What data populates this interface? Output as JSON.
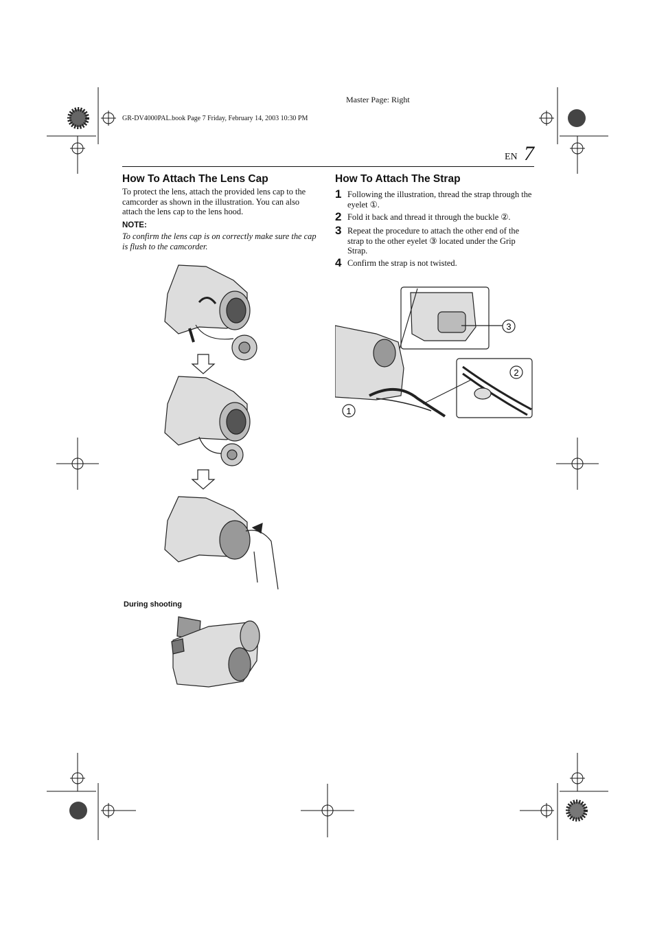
{
  "header": {
    "master_page": "Master Page: Right",
    "book_line": "GR-DV4000PAL.book  Page 7  Friday, February 14, 2003  10:30 PM",
    "lang": "EN",
    "page_number": "7"
  },
  "lens_cap": {
    "title": "How To Attach The Lens Cap",
    "body": "To protect the lens, attach the provided lens cap to the camcorder as shown in the illustration. You can also attach the lens cap to the lens hood.",
    "note_label": "NOTE:",
    "note_text": "To confirm the lens cap is on correctly make sure the cap is flush to the camcorder.",
    "caption": "During shooting"
  },
  "strap": {
    "title": "How To Attach The Strap",
    "steps": [
      {
        "num": "1",
        "text": "Following the illustration, thread the strap through the eyelet ①."
      },
      {
        "num": "2",
        "text": "Fold it back and thread it through the buckle ②."
      },
      {
        "num": "3",
        "text": "Repeat the procedure to attach the other end of the strap to the other eyelet ③ located under the Grip Strap."
      },
      {
        "num": "4",
        "text": "Confirm the strap is not twisted."
      }
    ],
    "callouts": [
      "1",
      "2",
      "3"
    ]
  }
}
